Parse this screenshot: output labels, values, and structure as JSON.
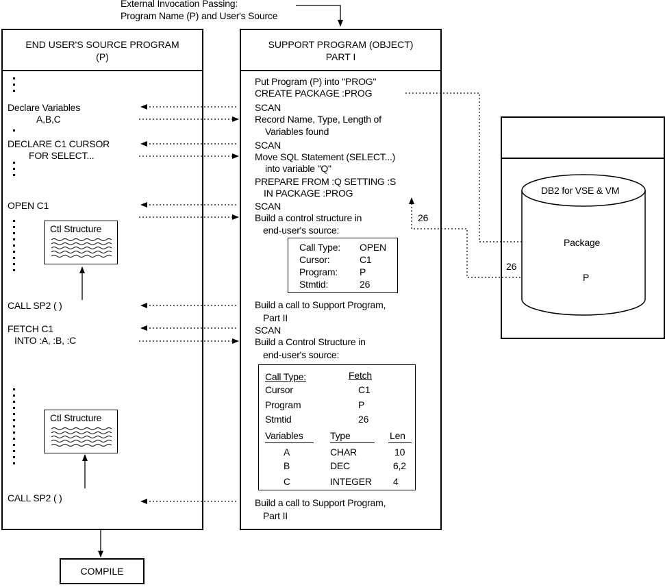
{
  "top_note": {
    "line1": "External Invocation Passing:",
    "line2": "Program Name (P) and User's Source"
  },
  "left": {
    "title1": "END USER'S SOURCE PROGRAM",
    "title2": "(P)",
    "declare1": "Declare Variables",
    "declare2": "A,B,C",
    "cursor1": "DECLARE C1 CURSOR",
    "cursor2": "FOR SELECT...",
    "open": "OPEN C1",
    "ctl1": "Ctl Structure",
    "call1": "CALL SP2 (      )",
    "fetch1": "FETCH C1",
    "fetch2": "INTO :A, :B, :C",
    "ctl2": "Ctl Structure",
    "call2": "CALL SP2 (      )"
  },
  "support": {
    "title1": "SUPPORT PROGRAM (OBJECT)",
    "title2": "PART I",
    "l1": "Put Program (P) into \"PROG\"",
    "l2": "CREATE PACKAGE :PROG",
    "l3": "SCAN",
    "l4": "Record Name, Type, Length of",
    "l5": "Variables found",
    "l6": "SCAN",
    "l7": "Move SQL Statement (SELECT...)",
    "l8": "into variable \"Q\"",
    "l9": "PREPARE FROM :Q SETTING :S",
    "l10": "IN PACKAGE :PROG",
    "l11": "SCAN",
    "l12": "Build a control structure in",
    "l13": "end-user's source:",
    "l14": "Build a call to Support Program,",
    "l15": "Part II",
    "l16": "SCAN",
    "l17": "Build a Control Structure in",
    "l18": "end-user's source:",
    "l19": "Build a call to Support Program,",
    "l20": "Part II",
    "num26": "26"
  },
  "open_box": {
    "rows": [
      [
        "Call Type:",
        "OPEN"
      ],
      [
        "Cursor:",
        "C1"
      ],
      [
        "Program:",
        "P"
      ],
      [
        "Stmtid:",
        "26"
      ]
    ]
  },
  "fetch_box": {
    "header": [
      "Call Type:",
      "Fetch"
    ],
    "rows": [
      [
        "Cursor",
        "C1"
      ],
      [
        "Program",
        "P"
      ],
      [
        "Stmtid",
        "26"
      ]
    ],
    "var_headers": [
      "Variables",
      "Type",
      "Len"
    ],
    "vars": [
      [
        "A",
        "CHAR",
        "10"
      ],
      [
        "B",
        "DEC",
        "6,2"
      ],
      [
        "C",
        "INTEGER",
        "4"
      ]
    ]
  },
  "db": {
    "title": "DB2 for VSE & VM",
    "package": "Package",
    "p": "P",
    "num26": "26"
  },
  "compile": "COMPILE"
}
